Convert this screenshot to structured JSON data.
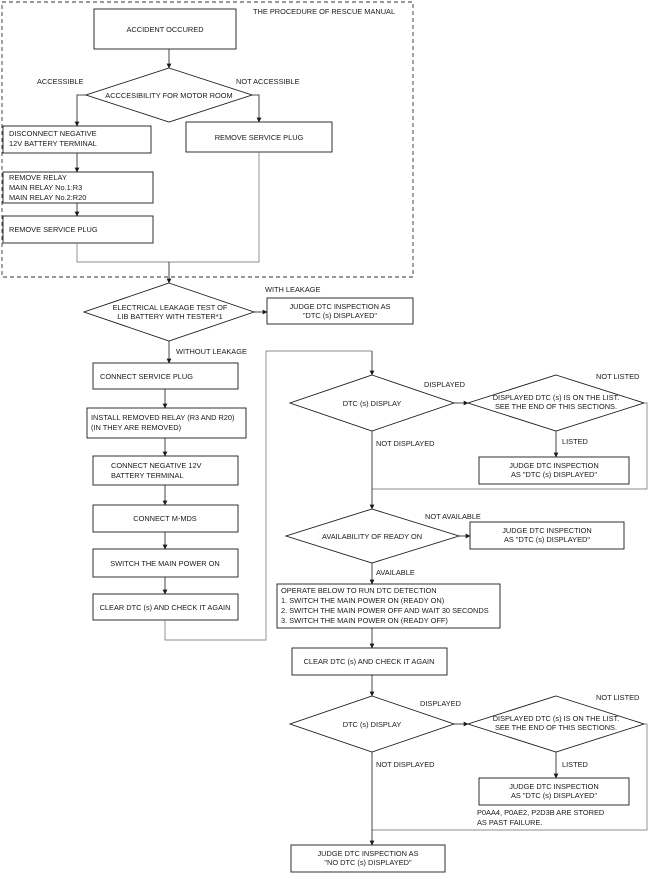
{
  "region_title": "THE PROCEDURE OF RESCUE MANUAL",
  "nodes": {
    "accident": "ACCIDENT OCCURED",
    "accessibility": "ACCCESIBILITY FOR MOTOR ROOM",
    "disconnect_neg": [
      "DISCONNECT NEGATIVE",
      "12V BATTERY TERMINAL"
    ],
    "remove_relay": [
      "REMOVE RELAY",
      "MAIN RELAY No.1:R3",
      "MAIN RELAY No.2:R20"
    ],
    "remove_plug_left": "REMOVE SERVICE PLUG",
    "remove_plug_right": "REMOVE SERVICE PLUG",
    "leak_test": [
      "ELECTRICAL LEAKAGE TEST OF",
      "LIB BATTERY WITH TESTER*1"
    ],
    "judge_leak": [
      "JUDGE DTC INSPECTION AS",
      "\"DTC (s) DISPLAYED\""
    ],
    "connect_plug": "CONNECT SERVICE PLUG",
    "install_relay": [
      "INSTALL REMOVED RELAY (R3 AND R20)",
      "(IN THEY ARE REMOVED)"
    ],
    "connect_neg": [
      "CONNECT NEGATIVE 12V",
      "BATTERY TERMINAL"
    ],
    "connect_mmds": "CONNECT M-MDS",
    "switch_on": "SWITCH THE MAIN POWER ON",
    "clear_dtc_1": "CLEAR DTC (s) AND CHECK IT AGAIN",
    "dtc_display_1": "DTC (s) DISPLAY",
    "listed_check_1": [
      "DISPLAYED DTC (s) IS ON THE LIST.",
      "SEE THE END OF THIS SECTIONS."
    ],
    "judge_dtc_1": [
      "JUDGE DTC INSPECTION",
      "AS \"DTC (s) DISPLAYED\""
    ],
    "ready_avail": "AVAILABILITY OF READY ON",
    "judge_ready": [
      "JUDGE DTC INSPECTION",
      "AS \"DTC (s) DISPLAYED\""
    ],
    "operate": [
      "OPERATE BELOW TO RUN DTC DETECTION",
      "1. SWITCH THE MAIN POWER ON (READY ON)",
      "2. SWITCH THE MAIN POWER OFF AND WAIT 30 SECONDS",
      "3. SWITCH THE MAIN POWER ON (READY OFF)"
    ],
    "clear_dtc_2": "CLEAR DTC (s) AND CHECK IT AGAIN",
    "dtc_display_2": "DTC (s) DISPLAY",
    "listed_check_2": [
      "DISPLAYED DTC (s) IS ON THE LIST.",
      "SEE THE END OF THIS SECTIONS."
    ],
    "judge_dtc_2": [
      "JUDGE DTC INSPECTION",
      "AS \"DTC (s) DISPLAYED\""
    ],
    "past_failure": [
      "P0AA4, P0AE2, P2D3B ARE STORED",
      "AS PAST FAILURE."
    ],
    "judge_final": [
      "JUDGE DTC INSPECTION AS",
      "\"NO DTC (s) DISPLAYED\""
    ]
  },
  "edge_labels": {
    "accessible": "ACCESSIBLE",
    "not_accessible": "NOT ACCESSIBLE",
    "with_leakage": "WITH LEAKAGE",
    "without_leakage": "WITHOUT LEAKAGE",
    "displayed_1": "DISPLAYED",
    "not_listed_1": "NOT LISTED",
    "listed_1": "LISTED",
    "not_displayed_1": "NOT DISPLAYED",
    "not_available": "NOT AVAILABLE",
    "available": "AVAILABLE",
    "displayed_2": "DISPLAYED",
    "not_listed_2": "NOT LISTED",
    "listed_2": "LISTED",
    "not_displayed_2": "NOT DISPLAYED"
  }
}
